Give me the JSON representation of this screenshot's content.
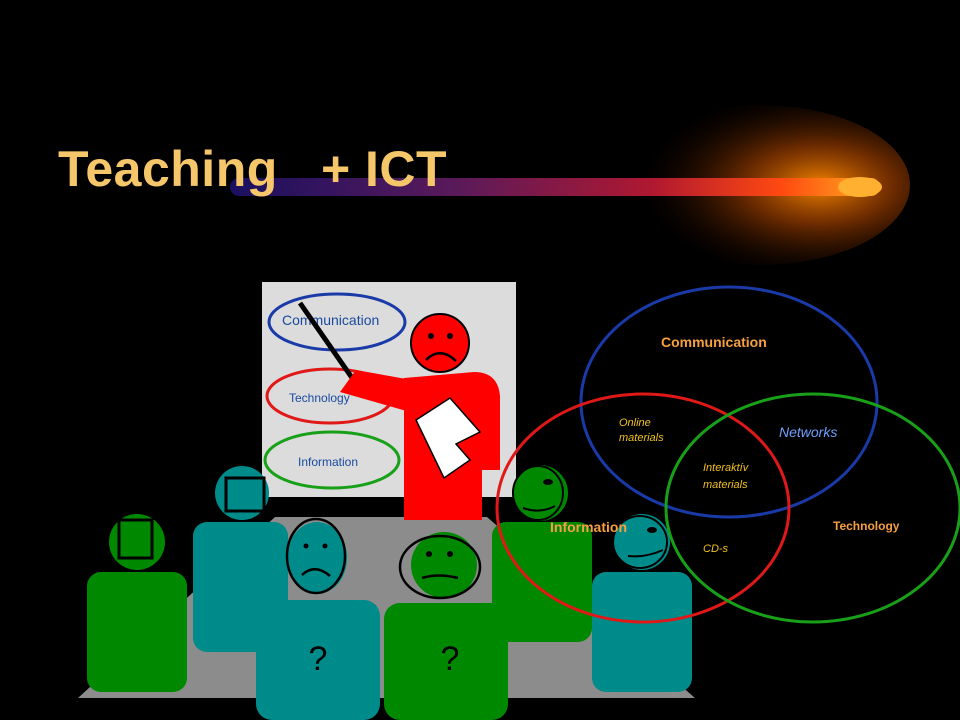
{
  "slide": {
    "title": "Teaching   + ICT"
  },
  "board": {
    "items": [
      "Communication",
      "Technology",
      "Information"
    ]
  },
  "venn": {
    "communication": "Communication",
    "information": "Information",
    "technology": "Technology",
    "networks": "Networks",
    "online_1": "Online",
    "online_2": "materials",
    "interaktiv_1": "Interaktív",
    "interaktiv_2": "materials",
    "cds": "CD-s"
  },
  "students": {
    "question_1": "?",
    "question_2": "?"
  },
  "colors": {
    "title": "#f6c66a",
    "communication_ring": "#1a3aa8",
    "information_ring": "#e01818",
    "technology_ring": "#18a018",
    "teacher": "#ff0000",
    "teal": "#008b8b",
    "green": "#008800"
  }
}
